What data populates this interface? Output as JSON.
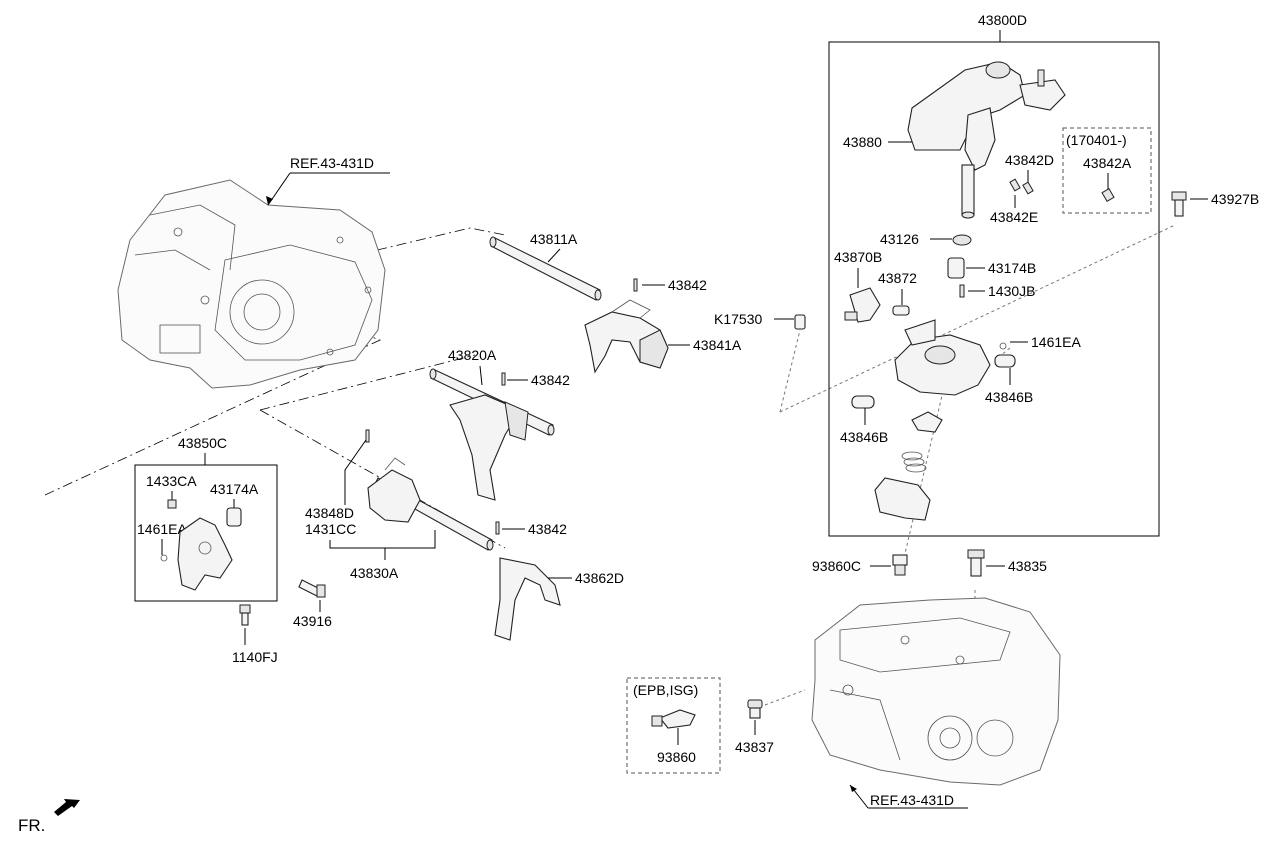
{
  "labels": {
    "ref_top": "REF.43-431D",
    "ref_bottom": "REF.43-431D",
    "p43800D": "43800D",
    "p43880": "43880",
    "p170401": "(170401-)",
    "p43842D": "43842D",
    "p43842A": "43842A",
    "p43842E": "43842E",
    "p43927B": "43927B",
    "p43126": "43126",
    "p43870B": "43870B",
    "p43174B": "43174B",
    "p43872": "43872",
    "p1430JB": "1430JB",
    "pK17530": "K17530",
    "p1461EA_r": "1461EA",
    "p43846B_a": "43846B",
    "p43846B_b": "43846B",
    "p43811A": "43811A",
    "p43842_a": "43842",
    "p43841A": "43841A",
    "p43820A": "43820A",
    "p43842_b": "43842",
    "p43850C": "43850C",
    "p1433CA": "1433CA",
    "p43174A": "43174A",
    "p1461EA_l": "1461EA",
    "p43848D": "43848D",
    "p1431CC": "1431CC",
    "p43842_c": "43842",
    "p43830A": "43830A",
    "p43862D": "43862D",
    "p43916": "43916",
    "p1140FJ": "1140FJ",
    "p93860C": "93860C",
    "p43835": "43835",
    "pEPB": "(EPB,ISG)",
    "p93860": "93860",
    "p43837": "43837",
    "fr": "FR."
  },
  "icons": {
    "fr_arrow": "fr-direction-arrow-icon"
  }
}
